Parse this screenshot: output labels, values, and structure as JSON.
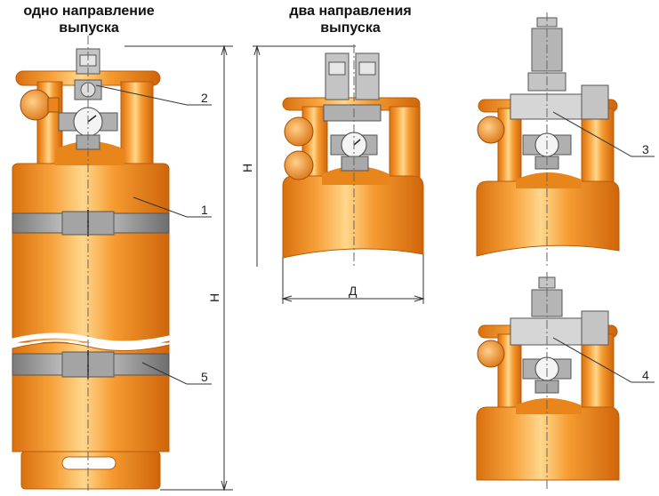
{
  "headings": {
    "one_direction": "одно направление выпуска",
    "two_directions": "два направления выпуска"
  },
  "dimensions": {
    "height_left": "Н",
    "height_middle": "Н",
    "diameter": "Д"
  },
  "callouts": [
    "1",
    "2",
    "3",
    "4",
    "5"
  ],
  "colors": {
    "cylinder": "#f08c1e",
    "cylinder_highlight": "#ffd07a",
    "cylinder_shadow": "#c96a0a",
    "steel_band": "#8e8e8e",
    "valve": "#bdbdbd",
    "outline": "#555555"
  }
}
